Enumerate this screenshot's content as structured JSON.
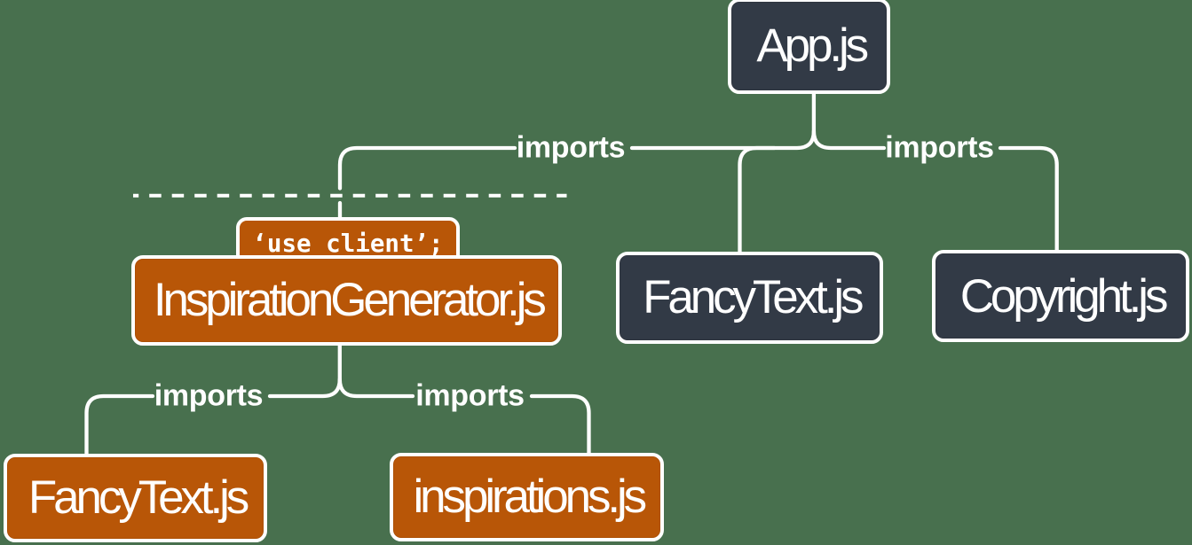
{
  "colors": {
    "background": "#48704e",
    "server_box": "#323a46",
    "client_box": "#b85607",
    "line": "#ffffff",
    "text": "#ffffff"
  },
  "nodes": {
    "app": {
      "label": "App.js",
      "type": "server"
    },
    "inspiration_generator": {
      "label": "InspirationGenerator.js",
      "type": "client",
      "directive": "‘use client’;"
    },
    "fancy_text_server": {
      "label": "FancyText.js",
      "type": "server"
    },
    "copyright": {
      "label": "Copyright.js",
      "type": "server"
    },
    "fancy_text_client": {
      "label": "FancyText.js",
      "type": "client"
    },
    "inspirations": {
      "label": "inspirations.js",
      "type": "client"
    }
  },
  "edges": {
    "app_to_inspiration_generator": {
      "label": "imports"
    },
    "app_to_copyright": {
      "label": "imports"
    },
    "generator_to_fancy_text": {
      "label": "imports"
    },
    "generator_to_inspirations": {
      "label": "imports"
    }
  }
}
